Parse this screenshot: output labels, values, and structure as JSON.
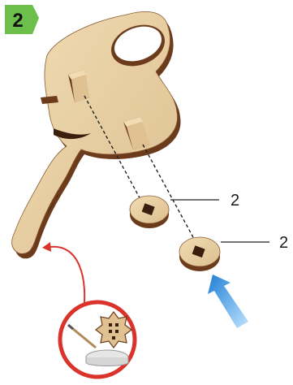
{
  "step": {
    "number": "2",
    "badge_color": "#6cbf4a",
    "badge_text_color": "#111111"
  },
  "callouts": [
    {
      "id": "upper-washer",
      "label": "2"
    },
    {
      "id": "lower-washer",
      "label": "2"
    }
  ],
  "colors": {
    "wood_face": "#e8cfa4",
    "wood_edge": "#6b3b1c",
    "guide_arrow": "#d9332b",
    "insert_arrow": "#3b9be0",
    "inset_ring": "#d9332b"
  },
  "icons": {
    "insert_arrow": "arrow-up-left-icon",
    "glue_inset": "glue-application-icon"
  }
}
